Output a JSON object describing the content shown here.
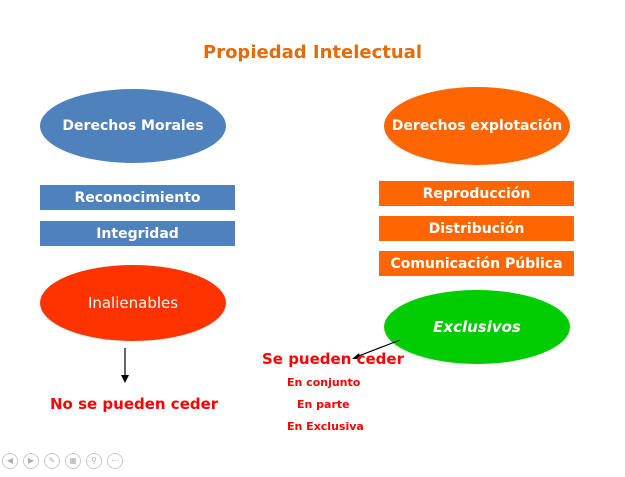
{
  "title": "Propiedad Intelectual",
  "left": {
    "heading": "Derechos Morales",
    "items": [
      "Reconocimiento",
      "Integridad"
    ],
    "property": "Inalienables",
    "result": "No se pueden ceder"
  },
  "right": {
    "heading": "Derechos explotación",
    "items": [
      "Reproducción",
      "Distribución",
      "Comunicación Pública"
    ],
    "property": "Exclusivos",
    "result": "Se pueden ceder",
    "modes": [
      "En conjunto",
      "En parte",
      "En Exclusiva"
    ]
  },
  "colors": {
    "blue": "#4f81bd",
    "orange": "#ff6600",
    "red": "#ff3300",
    "green": "#00cc00",
    "title": "#e36c0a",
    "text_red": "#ff0000"
  },
  "controls": [
    "prev-icon",
    "next-icon",
    "pen-icon",
    "slides-icon",
    "zoom-icon",
    "more-icon"
  ]
}
